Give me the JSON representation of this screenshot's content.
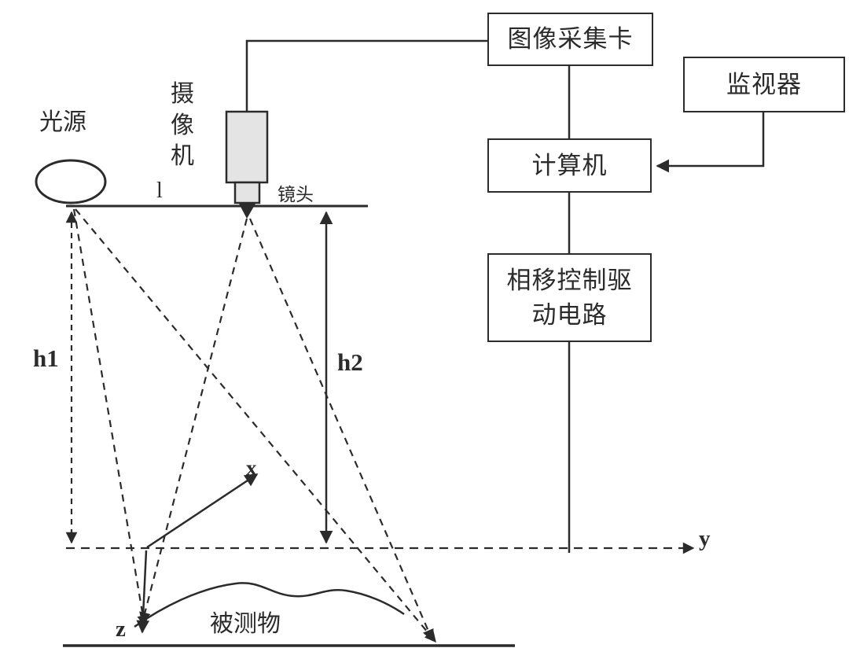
{
  "diagram": {
    "boxes": {
      "capture_card": "图像采集卡",
      "monitor": "监视器",
      "computer": "计算机",
      "driver": "相移控制驱动电路"
    },
    "labels": {
      "light_source": "光源",
      "camera": "摄像机",
      "lens": "镜头",
      "baseline_tick": "l",
      "h1": "h1",
      "h2": "h2",
      "x_axis": "x",
      "y_axis": "y",
      "z_axis": "z",
      "object": "被测物"
    },
    "colors": {
      "line": "#2b2b2b",
      "camera_fill": "#e4e4e4",
      "background": "#ffffff"
    }
  }
}
